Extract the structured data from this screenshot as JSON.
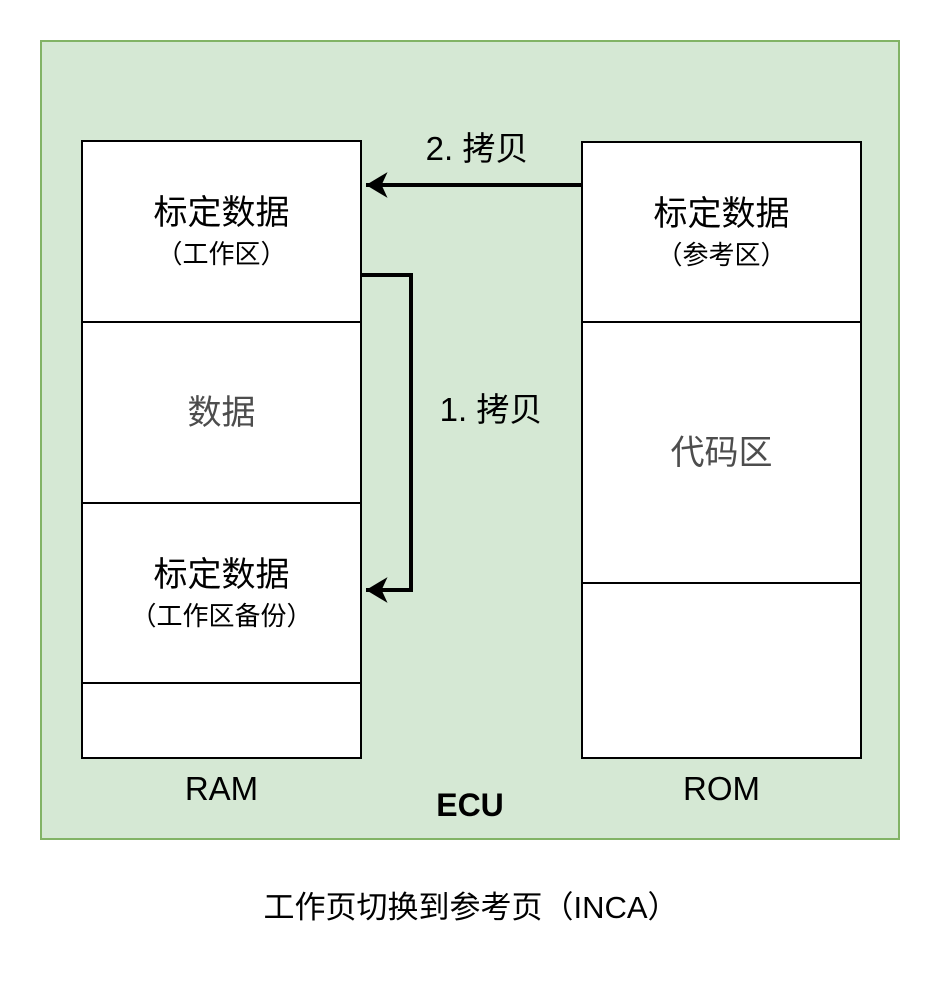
{
  "panel": {
    "label": "ECU"
  },
  "ram": {
    "label": "RAM",
    "sections": [
      {
        "line1": "标定数据",
        "line2": "（工作区）"
      },
      {
        "line1": "数据",
        "line2": ""
      },
      {
        "line1": "标定数据",
        "line2": "（工作区备份）"
      },
      {
        "line1": "",
        "line2": ""
      }
    ]
  },
  "rom": {
    "label": "ROM",
    "sections": [
      {
        "line1": "标定数据",
        "line2": "（参考区）"
      },
      {
        "line1": "代码区",
        "line2": ""
      },
      {
        "line1": "",
        "line2": ""
      }
    ]
  },
  "arrows": {
    "copy2_label": "2. 拷贝",
    "copy1_label": "1. 拷贝"
  },
  "caption": "工作页切换到参考页（INCA）",
  "colors": {
    "panel_fill": "#d5e8d4",
    "panel_border": "#82b366",
    "muted_text": "#4d4d4d",
    "line": "#000000"
  }
}
